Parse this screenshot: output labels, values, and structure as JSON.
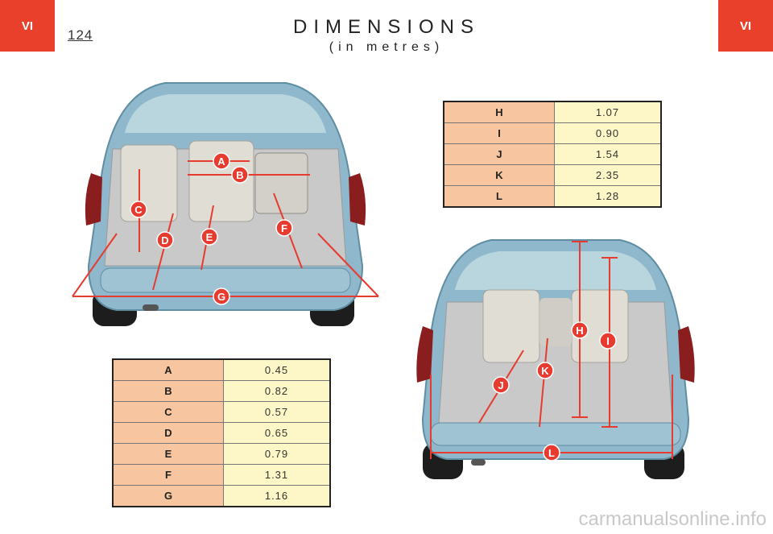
{
  "header": {
    "chapter_left": "VI",
    "chapter_right": "VI",
    "page_number": "124",
    "title": "DIMENSIONS",
    "subtitle": "(in metres)"
  },
  "diagram_labels": {
    "front": [
      "A",
      "B",
      "C",
      "D",
      "E",
      "F",
      "G"
    ],
    "rear": [
      "H",
      "I",
      "J",
      "K",
      "L"
    ]
  },
  "table_top": [
    {
      "key": "H",
      "value": "1.07"
    },
    {
      "key": "I",
      "value": "0.90"
    },
    {
      "key": "J",
      "value": "1.54"
    },
    {
      "key": "K",
      "value": "2.35"
    },
    {
      "key": "L",
      "value": "1.28"
    }
  ],
  "table_bottom": [
    {
      "key": "A",
      "value": "0.45"
    },
    {
      "key": "B",
      "value": "0.82"
    },
    {
      "key": "C",
      "value": "0.57"
    },
    {
      "key": "D",
      "value": "0.65"
    },
    {
      "key": "E",
      "value": "0.79"
    },
    {
      "key": "F",
      "value": "1.31"
    },
    {
      "key": "G",
      "value": "1.16"
    }
  ],
  "watermark": "carmanualsonline.info",
  "colors": {
    "accent_red": "#e8402a",
    "key_cell": "#f7c6a0",
    "value_cell": "#fdf6c6",
    "car_body": "#8fb8cc",
    "dimension_line": "#e63b2e"
  }
}
